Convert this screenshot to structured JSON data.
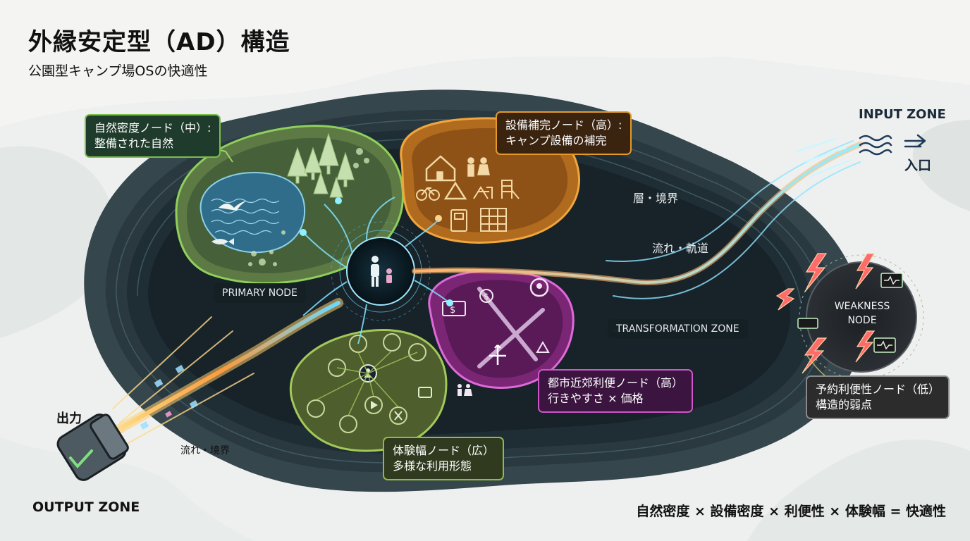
{
  "title": "外縁安定型（AD）構造",
  "subtitle": "公園型キャンプ場OSの快適性",
  "callouts": {
    "nature": {
      "line1": "自然密度ノード（中）:",
      "line2": "整備された自然"
    },
    "facility": {
      "line1": "設備補完ノード（高）:",
      "line2": "キャンプ設備の補完"
    },
    "urban": {
      "line1": "都市近郊利便ノード（高）",
      "line2": "行きやすさ × 価格"
    },
    "experience": {
      "line1": "体験幅ノード（広）",
      "line2": "多様な利用形態"
    },
    "reservation": {
      "line1": "予約利便性ノード（低）",
      "line2": "構造的弱点"
    }
  },
  "labels": {
    "primary_node": "PRIMARY NODE",
    "transformation_zone": "TRANSFORMATION ZONE",
    "layer_boundary": "層・境界",
    "flow_orbit": "流れ・軌道",
    "flow_boundary": "流れ・境界",
    "input_zone": "INPUT ZONE",
    "entrance": "入口",
    "output": "出力",
    "output_zone": "OUTPUT ZONE",
    "weakness_line1": "WEAKNESS",
    "weakness_line2": "NODE"
  },
  "formula": "自然密度 × 設備密度 × 利便性 × 体験幅 = 快適性",
  "colors": {
    "nature": "#7bbf4a",
    "facility": "#e39a2b",
    "urban": "#cf55c9",
    "experience": "#93b84c",
    "flow": "#7fe3ff",
    "core": "#0c1c26"
  },
  "icons": [
    "tree-icon",
    "bird-icon",
    "fish-icon",
    "house-icon",
    "restroom-icon",
    "bicycle-icon",
    "tent-icon",
    "playground-icon",
    "vending-machine-icon",
    "grid-icon",
    "money-icon",
    "pin-icon",
    "crossroad-icon",
    "family-icon",
    "person-icon",
    "play-icon",
    "fork-knife-icon",
    "tv-icon",
    "check-icon",
    "wave-icon",
    "arrow-right-icon",
    "lightning-icon"
  ]
}
